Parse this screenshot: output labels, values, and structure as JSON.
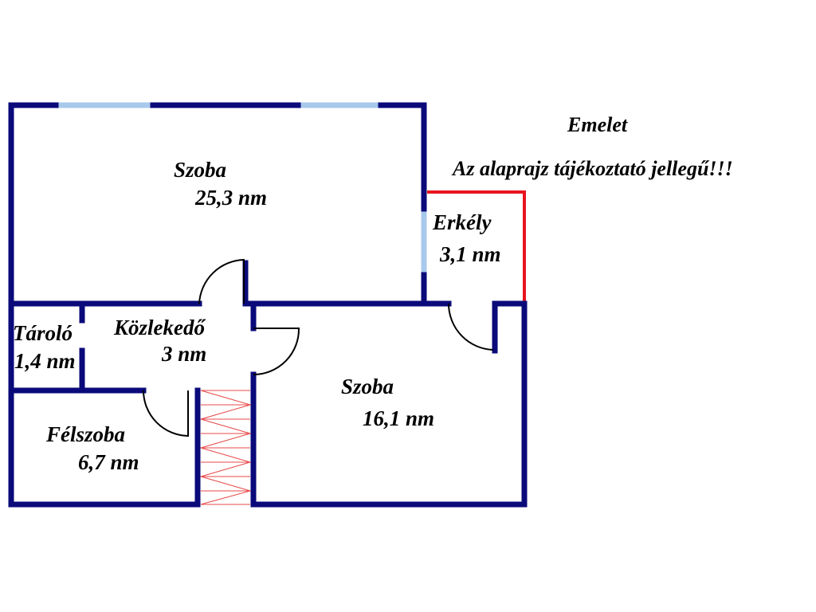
{
  "header": {
    "title": "Emelet",
    "note": "Az alaprajz tájékoztató jellegű!!!"
  },
  "rooms": {
    "szoba_big": {
      "name": "Szoba",
      "area": "25,3 nm"
    },
    "erkely": {
      "name": "Erkély",
      "area": "3,1 nm"
    },
    "tarolo": {
      "name": "Tároló",
      "area": "1,4 nm"
    },
    "kozlekedo": {
      "name": "Közlekedő",
      "area": "3 nm"
    },
    "szoba_small": {
      "name": "Szoba",
      "area": "16,1 nm"
    },
    "felszoba": {
      "name": "Félszoba",
      "area": "6,7 nm"
    }
  },
  "colors": {
    "wall": "#0a0a7a",
    "window": "#a8c8ec",
    "balcony_rail": "#e8141e",
    "stairs": "#e84a4a",
    "door": "#000000"
  }
}
